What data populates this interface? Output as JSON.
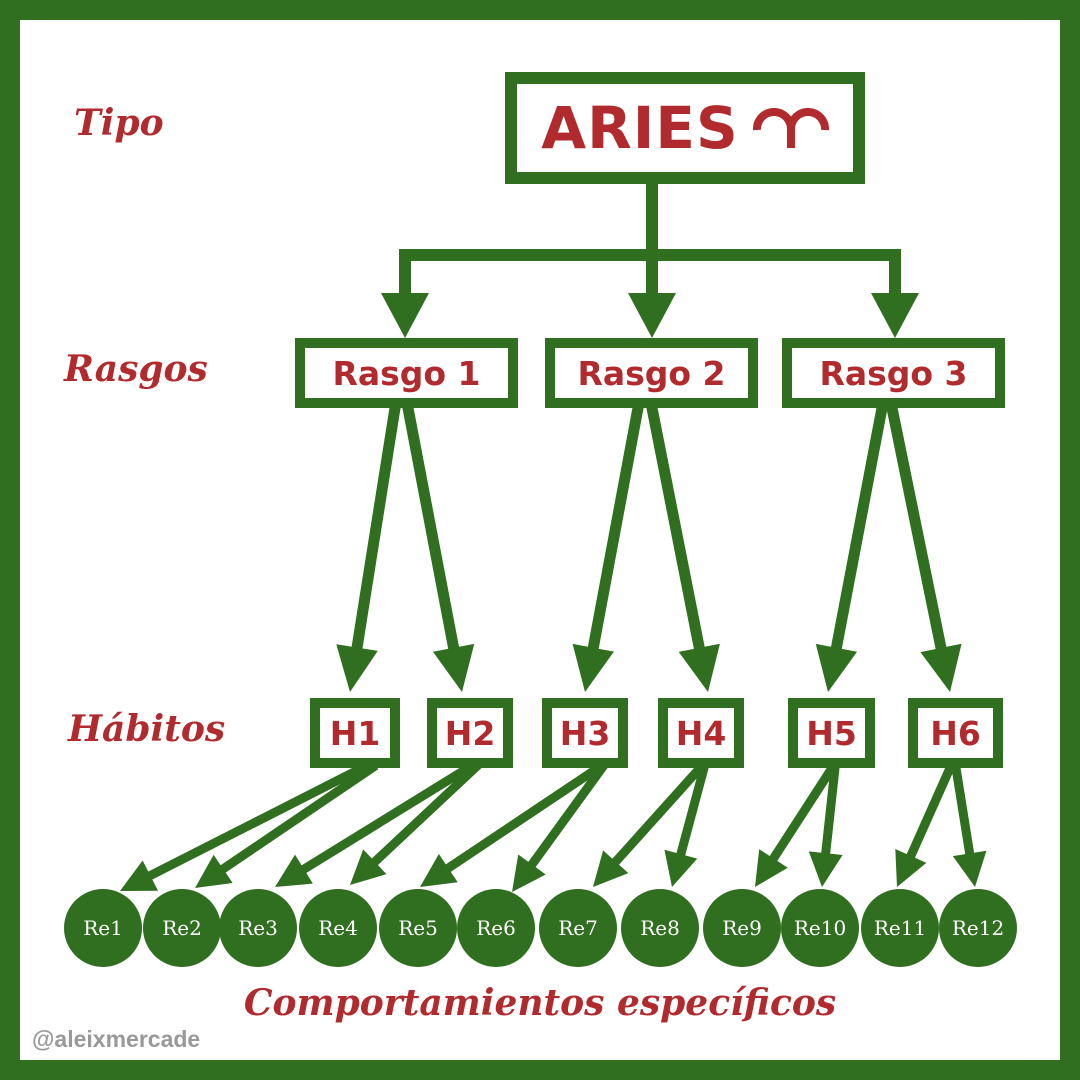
{
  "levels": {
    "tipo": "Tipo",
    "rasgos": "Rasgos",
    "habitos": "Hábitos",
    "comportamientos": "Comportamientos específicos"
  },
  "type_node": {
    "label": "ARIES",
    "symbol": "♈"
  },
  "traits": [
    "Rasgo 1",
    "Rasgo 2",
    "Rasgo 3"
  ],
  "habits": [
    "H1",
    "H2",
    "H3",
    "H4",
    "H5",
    "H6"
  ],
  "behaviors": [
    "Re1",
    "Re2",
    "Re3",
    "Re4",
    "Re5",
    "Re6",
    "Re7",
    "Re8",
    "Re9",
    "Re10",
    "Re11",
    "Re12"
  ],
  "watermark": "@aleixmercade",
  "colors": {
    "green": "#2f6f1f",
    "red": "#b02a2e",
    "watermark": "#999999"
  }
}
